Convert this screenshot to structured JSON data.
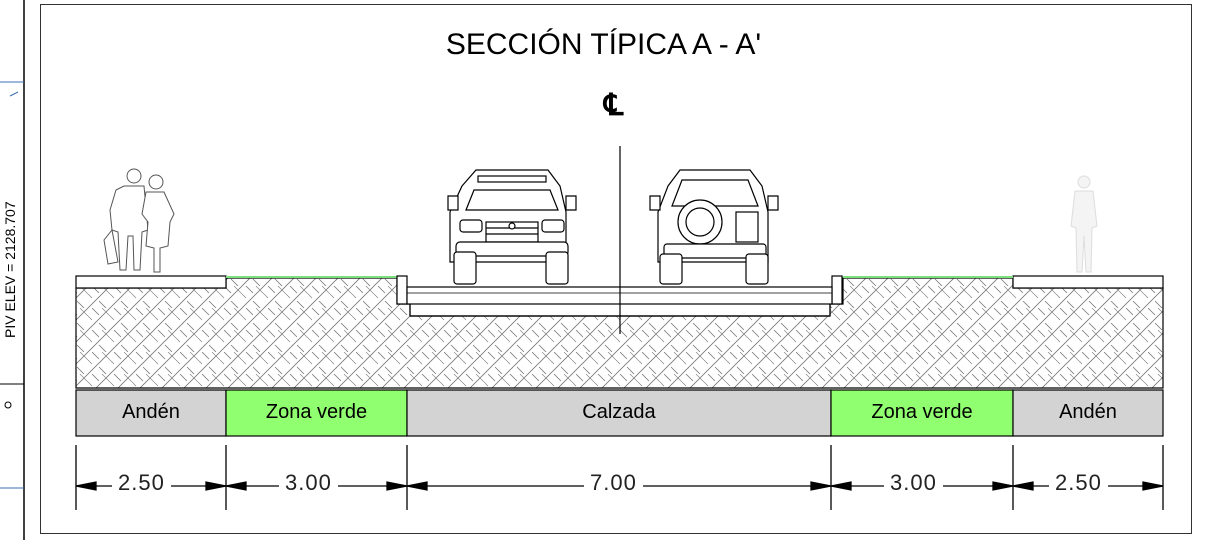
{
  "title": "SECCIÓN TÍPICA A - A'",
  "centerline_symbol": "℄",
  "side_label": "PIV ELEV =  2128.707",
  "segments": [
    {
      "label": "Andén",
      "color": "#d3d3d3"
    },
    {
      "label": "Zona verde",
      "color": "#90ff70"
    },
    {
      "label": "Calzada",
      "color": "#d3d3d3"
    },
    {
      "label": "Zona verde",
      "color": "#90ff70"
    },
    {
      "label": "Andén",
      "color": "#d3d3d3"
    }
  ],
  "dimensions": [
    "2.50",
    "3.00",
    "7.00",
    "3.00",
    "2.50"
  ],
  "colors": {
    "line": "#000000",
    "hatch": "#555555",
    "green_line": "#7be07b"
  }
}
